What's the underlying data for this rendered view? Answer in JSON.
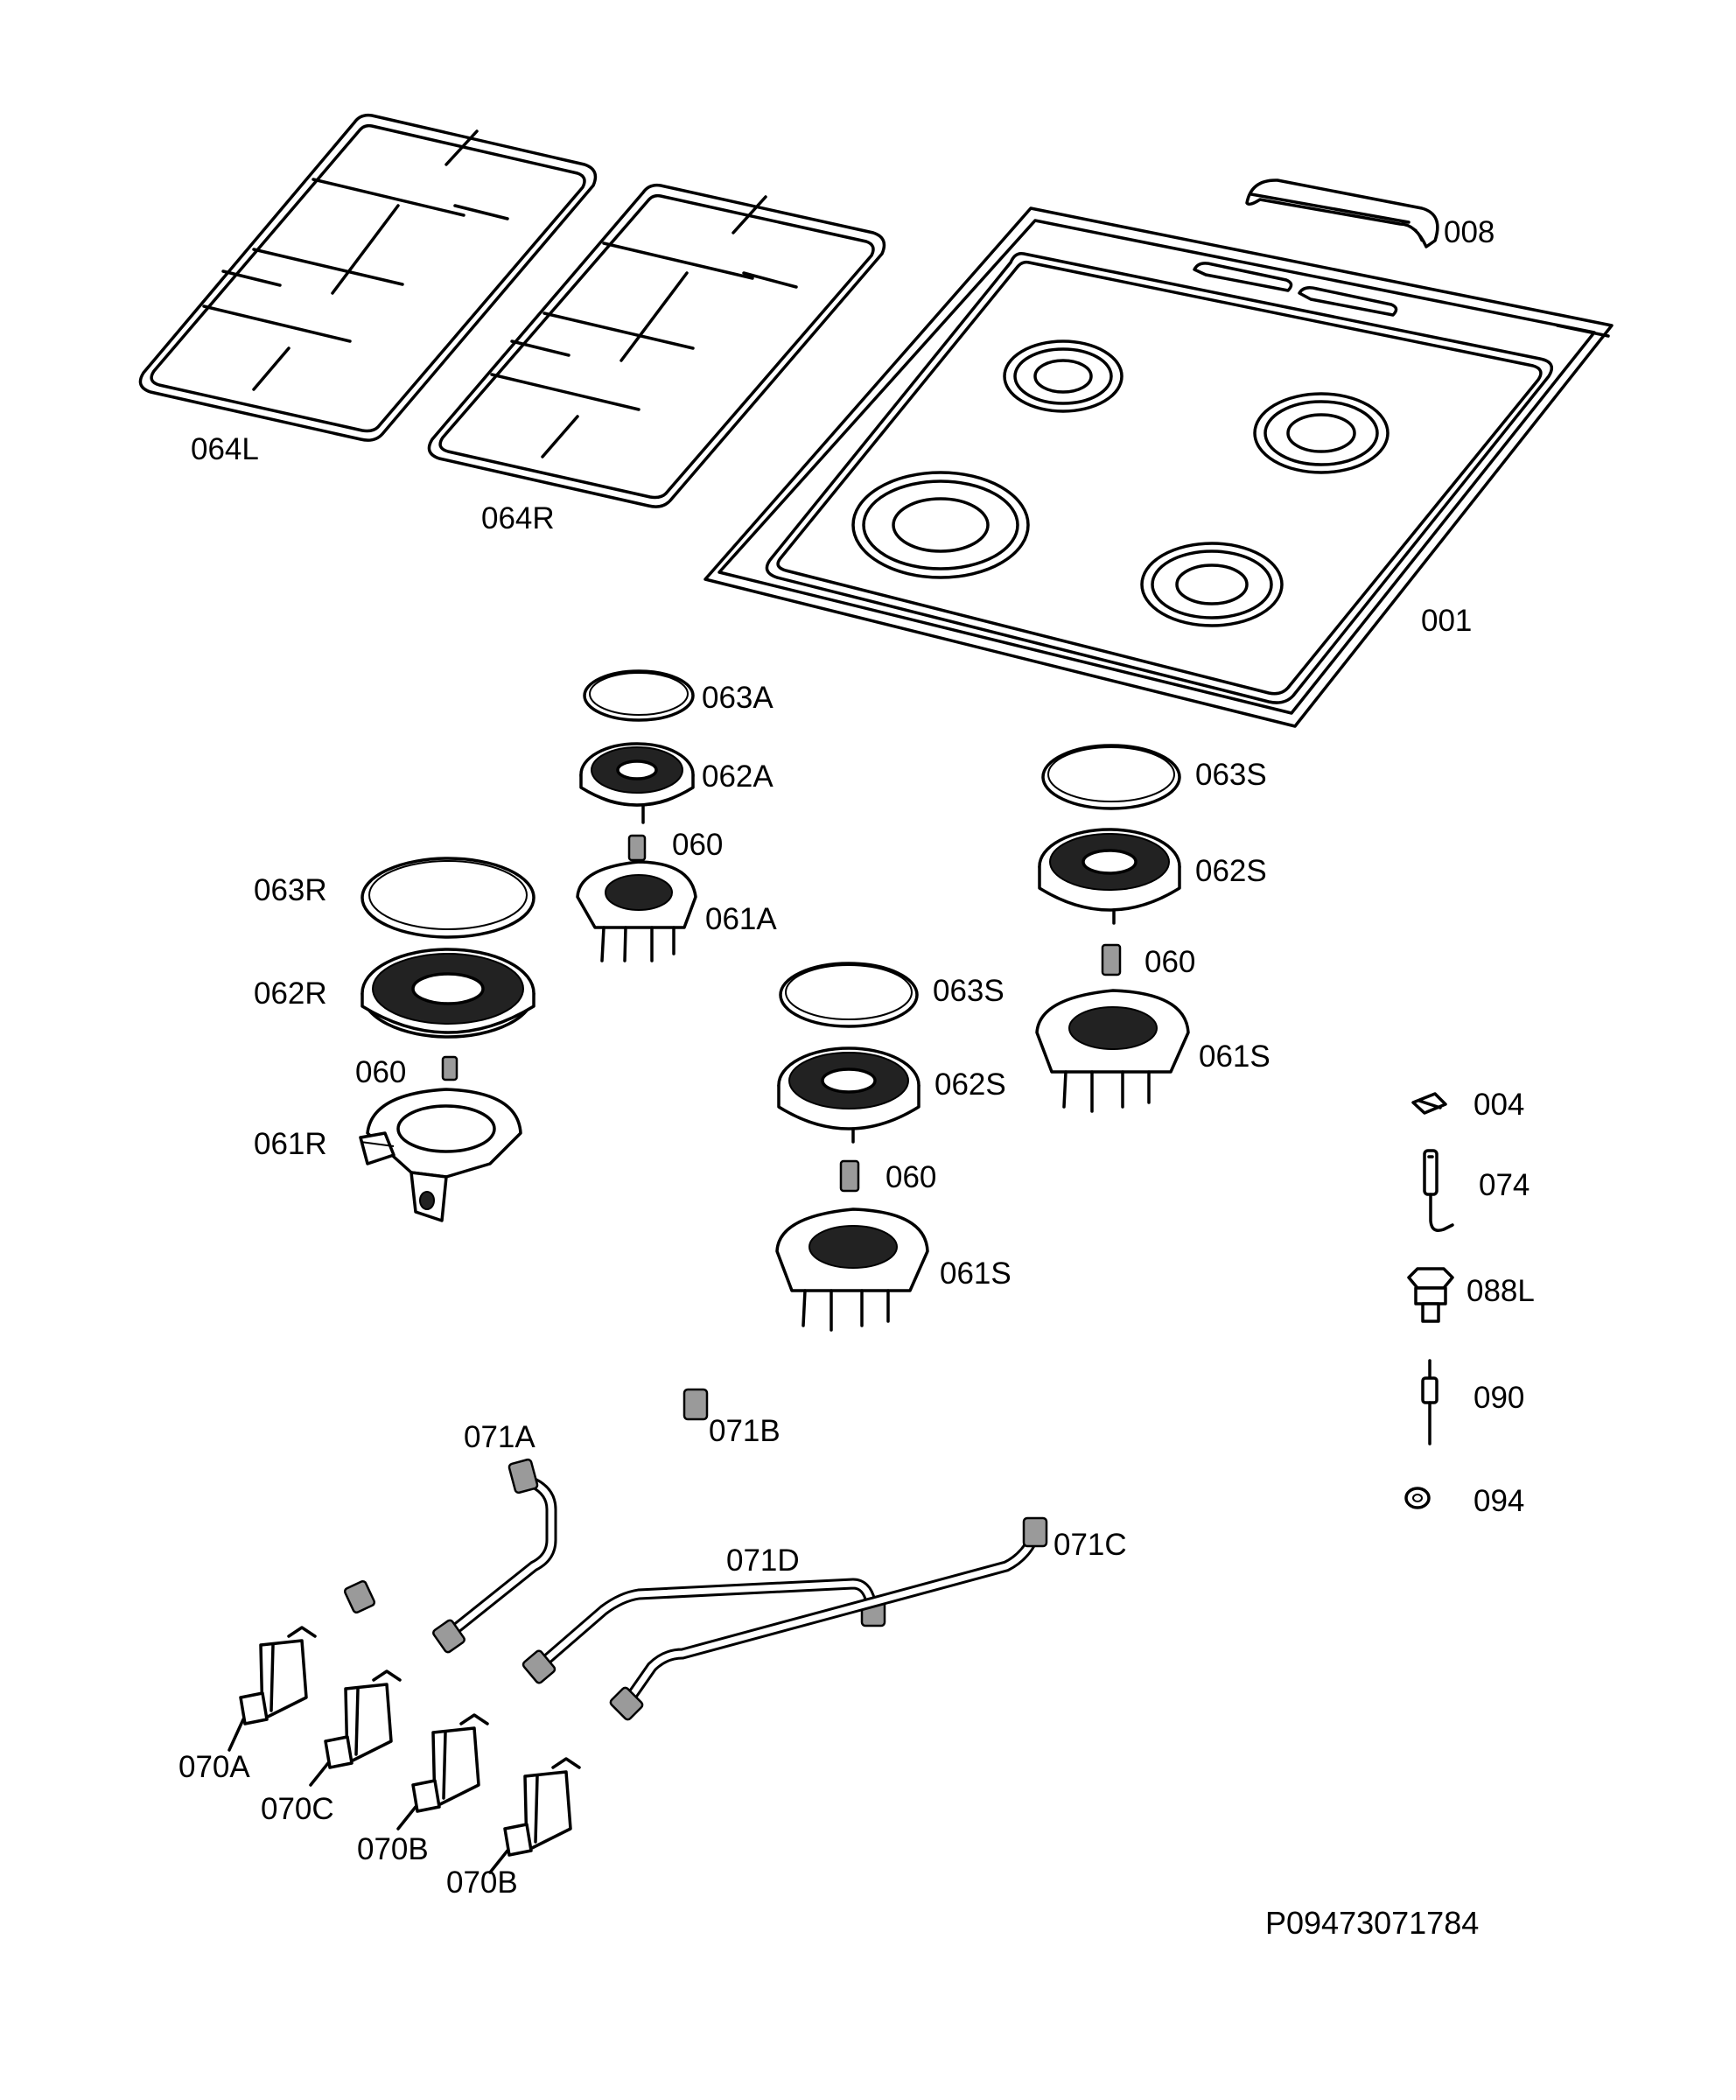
{
  "labels": {
    "p001": "001",
    "p004": "004",
    "p008": "008",
    "p060a": "060",
    "p060b": "060",
    "p060c": "060",
    "p060d": "060",
    "p061A": "061A",
    "p061R": "061R",
    "p061S_a": "061S",
    "p061S_b": "061S",
    "p062A": "062A",
    "p062R": "062R",
    "p062S_a": "062S",
    "p062S_b": "062S",
    "p063A": "063A",
    "p063R": "063R",
    "p063S_a": "063S",
    "p063S_b": "063S",
    "p064L": "064L",
    "p064R": "064R",
    "p070A": "070A",
    "p070C": "070C",
    "p070B_a": "070B",
    "p070B_b": "070B",
    "p071A": "071A",
    "p071B": "071B",
    "p071C": "071C",
    "p071D": "071D",
    "p074": "074",
    "p088L": "088L",
    "p090": "090",
    "p094": "094"
  },
  "reference_code": "P09473071784"
}
